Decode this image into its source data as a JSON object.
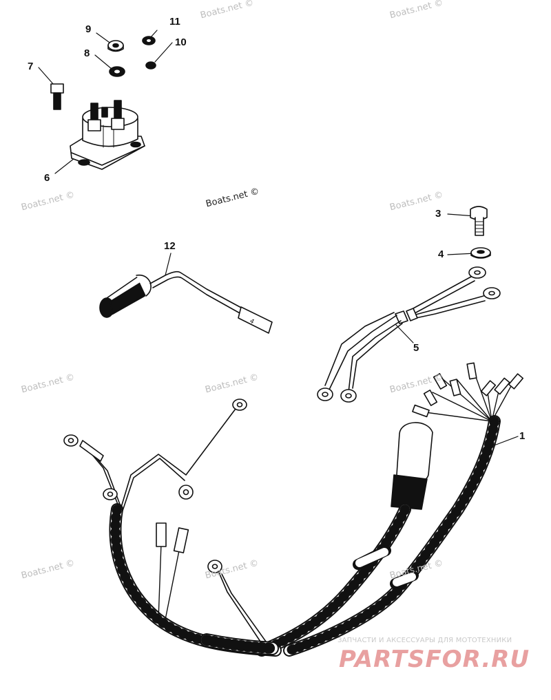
{
  "callouts": [
    {
      "id": "c11",
      "label": "11"
    },
    {
      "id": "c9",
      "label": "9"
    },
    {
      "id": "c10",
      "label": "10"
    },
    {
      "id": "c8",
      "label": "8"
    },
    {
      "id": "c7",
      "label": "7"
    },
    {
      "id": "c6",
      "label": "6"
    },
    {
      "id": "c12",
      "label": "12"
    },
    {
      "id": "c3",
      "label": "3"
    },
    {
      "id": "c4",
      "label": "4"
    },
    {
      "id": "c5",
      "label": "5"
    },
    {
      "id": "c1",
      "label": "1"
    }
  ],
  "watermark": "Boats.net ©",
  "brand": {
    "tagline": "ЗАПЧАСТИ И АКСЕССУАРЫ ДЛЯ МОТОТЕХНИКИ",
    "logo": "PARTSFOR.RU"
  },
  "colors": {
    "ink": "#111111",
    "watermark": "#bdbdbd",
    "brand": "#e8a0a0"
  }
}
